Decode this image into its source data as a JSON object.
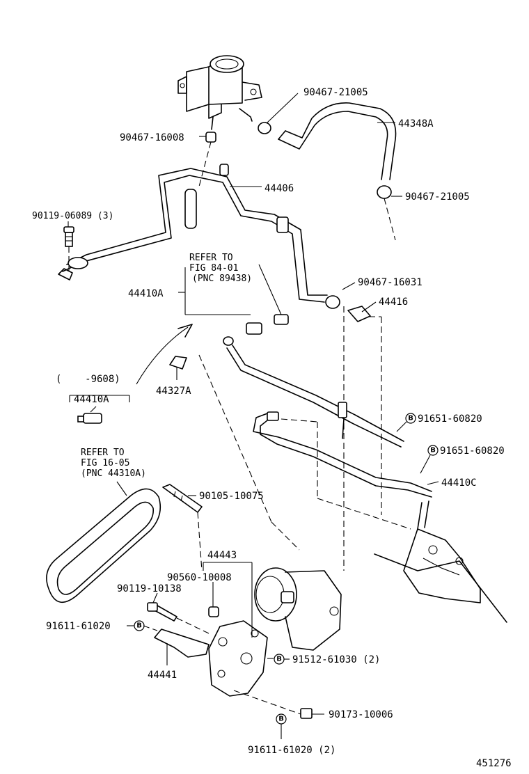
{
  "labels": {
    "hose_clamp_top": "90467-21005",
    "return_hose": "44348A",
    "clamp_reservoir": "90467-16008",
    "hose_clamp_mid": "90467-21005",
    "return_tube": "44406",
    "bolt_top_left": "90119-06089 (3)",
    "refer_fig84_l1": "REFER TO",
    "refer_fig84_l2": "FIG 84-01",
    "refer_fig84_l3": "(PNC 89438)",
    "clamp_lower": "90467-16031",
    "union_bolt": "44416",
    "pressure_tube_a": "44410A",
    "date_range": "(    -9608)",
    "pressure_tube_a2": "44410A",
    "clamp_44327a": "44327A",
    "bolt_9165_1": "91651-60820",
    "bolt_9165_2": "91651-60820",
    "pressure_tube_c": "44410C",
    "refer_fig16_l1": "REFER TO",
    "refer_fig16_l2": "FIG 16-05",
    "refer_fig16_l3": "(PNC 44310A)",
    "stud_bolt": "90105-10075",
    "bracket_assy": "44443",
    "spacer": "90560-10008",
    "bolt_90119": "90119-10138",
    "bolt_91611_left": "91611-61020",
    "bolt_91512": "91512-61030 (2)",
    "bracket_44441": "44441",
    "nut_90173": "90173-10006",
    "bolt_91611_bottom": "91611-61020 (2)",
    "figure_number": "451276"
  },
  "badge": "B"
}
